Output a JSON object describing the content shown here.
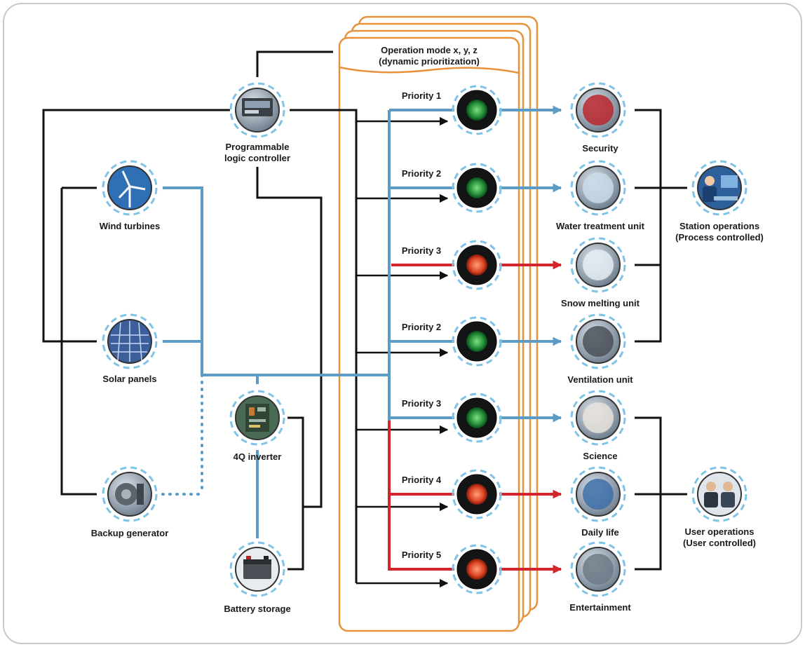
{
  "header": {
    "line1": "Operation mode x, y, z",
    "line2": "(dynamic prioritization)"
  },
  "sources": {
    "plc": {
      "line1": "Programmable",
      "line2": "logic controller",
      "icon": "plc-icon"
    },
    "wind": {
      "label": "Wind turbines",
      "icon": "wind-turbine-icon"
    },
    "solar": {
      "label": "Solar panels",
      "icon": "solar-panel-icon"
    },
    "backup": {
      "label": "Backup generator",
      "icon": "generator-icon"
    },
    "inverter": {
      "label": "4Q inverter",
      "icon": "inverter-icon"
    },
    "battery": {
      "label": "Battery storage",
      "icon": "battery-icon"
    }
  },
  "priorities": [
    {
      "label": "Priority 1",
      "status": "green"
    },
    {
      "label": "Priority 2",
      "status": "green"
    },
    {
      "label": "Priority 3",
      "status": "red"
    },
    {
      "label": "Priority 2",
      "status": "green"
    },
    {
      "label": "Priority 3",
      "status": "green"
    },
    {
      "label": "Priority 4",
      "status": "red"
    },
    {
      "label": "Priority 5",
      "status": "red"
    }
  ],
  "consumers": [
    {
      "label": "Security",
      "icon": "fire-extinguisher-icon"
    },
    {
      "label": "Water treatment unit",
      "icon": "water-icon"
    },
    {
      "label": "Snow melting unit",
      "icon": "snow-icon"
    },
    {
      "label": "Ventilation unit",
      "icon": "fan-icon"
    },
    {
      "label": "Science",
      "icon": "science-icon"
    },
    {
      "label": "Daily life",
      "icon": "daily-life-icon"
    },
    {
      "label": "Entertainment",
      "icon": "entertainment-icon"
    }
  ],
  "groups": {
    "station": {
      "line1": "Station operations",
      "line2": "(Process controlled)",
      "icon": "operator-icon"
    },
    "user": {
      "line1": "User operations",
      "line2": "(User controlled)",
      "icon": "users-icon"
    }
  },
  "colors": {
    "blue": "#5b9bc4",
    "red": "#d3262c",
    "black": "#111111",
    "orange": "#e8913c",
    "green_light": "#2f9e44",
    "red_light": "#e04a2a"
  }
}
